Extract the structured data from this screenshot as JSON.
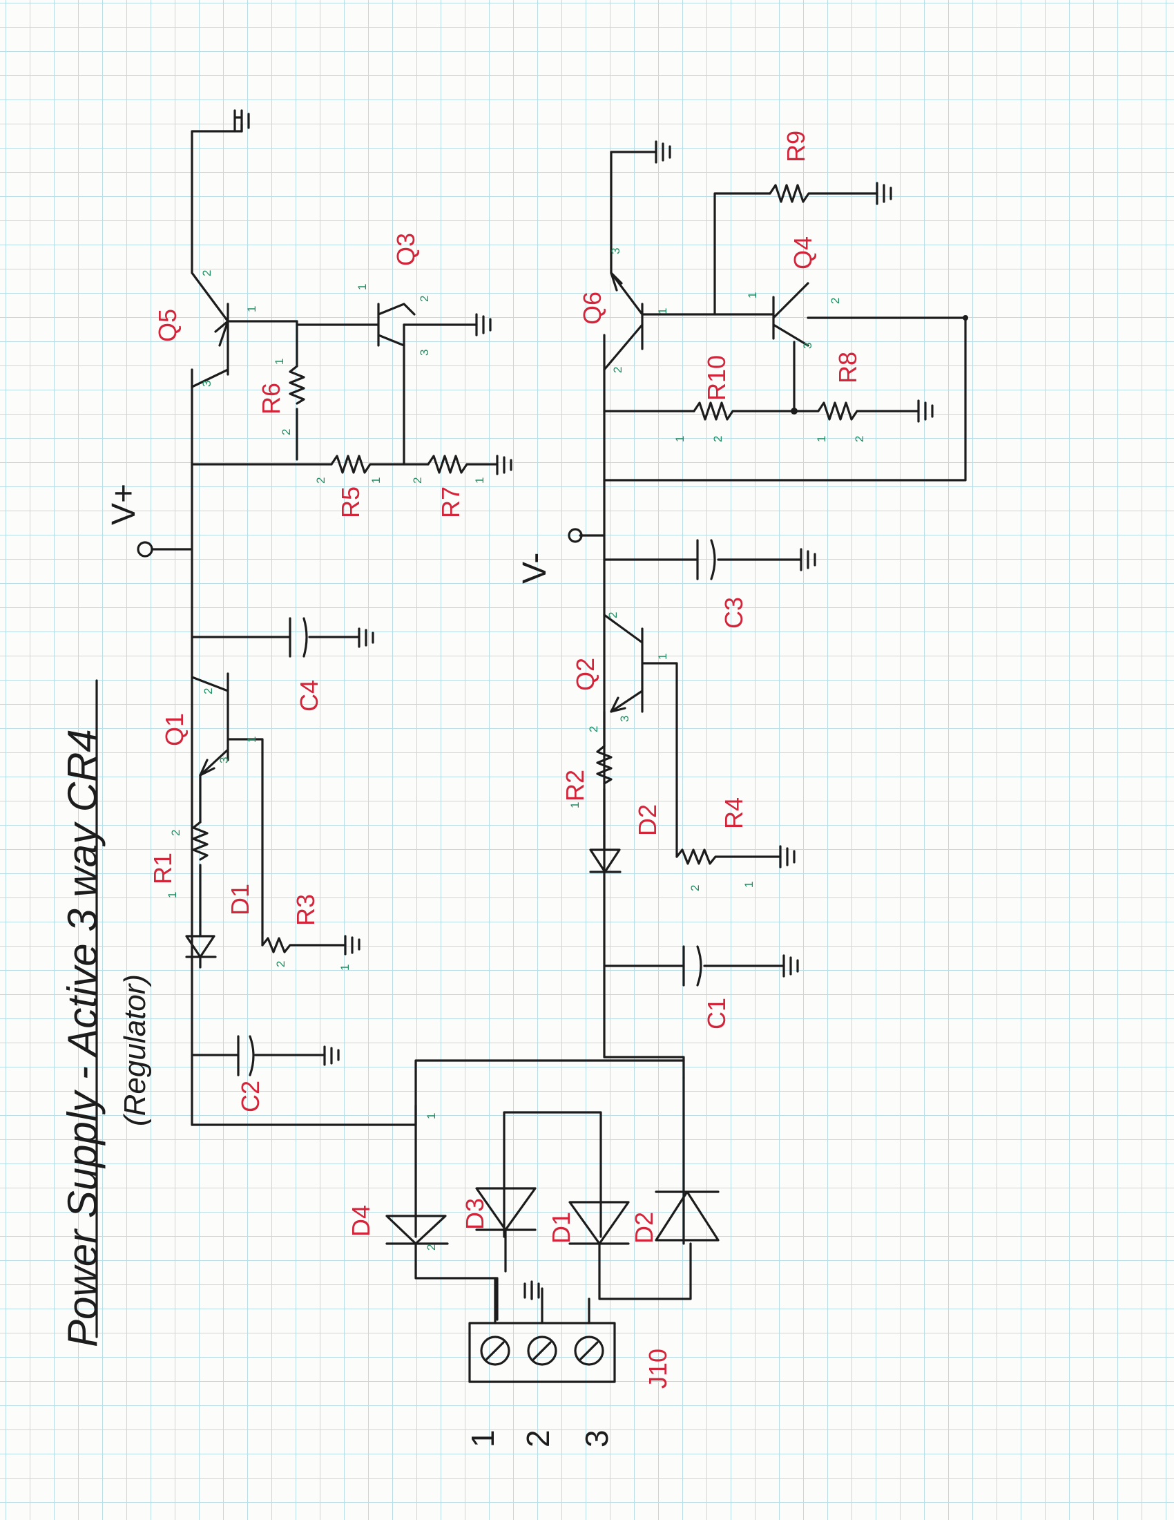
{
  "title": "Power Supply - Active 3 way CR4",
  "subtitle": "(Regulator)",
  "nodes": {
    "v_plus": "V+",
    "v_minus": "V-"
  },
  "transistors": [
    "Q1",
    "Q2",
    "Q3",
    "Q4",
    "Q5",
    "Q6"
  ],
  "resistors": [
    "R1",
    "R2",
    "R3",
    "R4",
    "R5",
    "R6",
    "R7",
    "R8",
    "R9",
    "R10"
  ],
  "capacitors": [
    "C1",
    "C2",
    "C3",
    "C4"
  ],
  "diodes": [
    "D1",
    "D2",
    "D1",
    "D2",
    "D3",
    "D4"
  ],
  "connector": {
    "label": "J10",
    "pins": [
      "1",
      "2",
      "3"
    ]
  },
  "pin_numbers": [
    "1",
    "2",
    "3"
  ],
  "colors": {
    "ink": "#1c1c1c",
    "ref_labels": "#d3243a",
    "pin_labels": "#1c8f62",
    "grid": "#b9dde6"
  }
}
